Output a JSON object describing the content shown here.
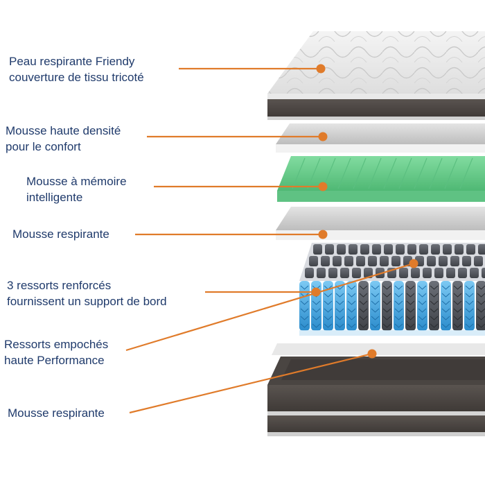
{
  "colors": {
    "label_text": "#1f3a6b",
    "leader_line": "#e07b2a",
    "knit_cover": "#ececec",
    "fabric_border": "#4d4743",
    "foam_grey": "#d8d8d8",
    "memory_foam": "#6fcf8f",
    "spring_blue": "#3aa5e0",
    "spring_dark": "#5a5e66"
  },
  "layers": [
    {
      "id": "knit-cover",
      "lines": [
        "Peau respirante Friendy",
        "couverture de tissu tricoté"
      ]
    },
    {
      "id": "high-density-foam",
      "lines": [
        "Mousse haute densité",
        "pour le confort"
      ]
    },
    {
      "id": "memory-foam",
      "lines": [
        "Mousse à mémoire",
        "intelligente"
      ]
    },
    {
      "id": "breathable-foam-top",
      "lines": [
        "Mousse respirante"
      ]
    },
    {
      "id": "edge-support-springs",
      "lines": [
        "3 ressorts renforcés",
        "fournissent un support de bord"
      ]
    },
    {
      "id": "pocket-springs",
      "lines": [
        "Ressorts empochés",
        "haute Performance"
      ]
    },
    {
      "id": "breathable-foam-bottom",
      "lines": [
        "Mousse respirante"
      ]
    }
  ]
}
